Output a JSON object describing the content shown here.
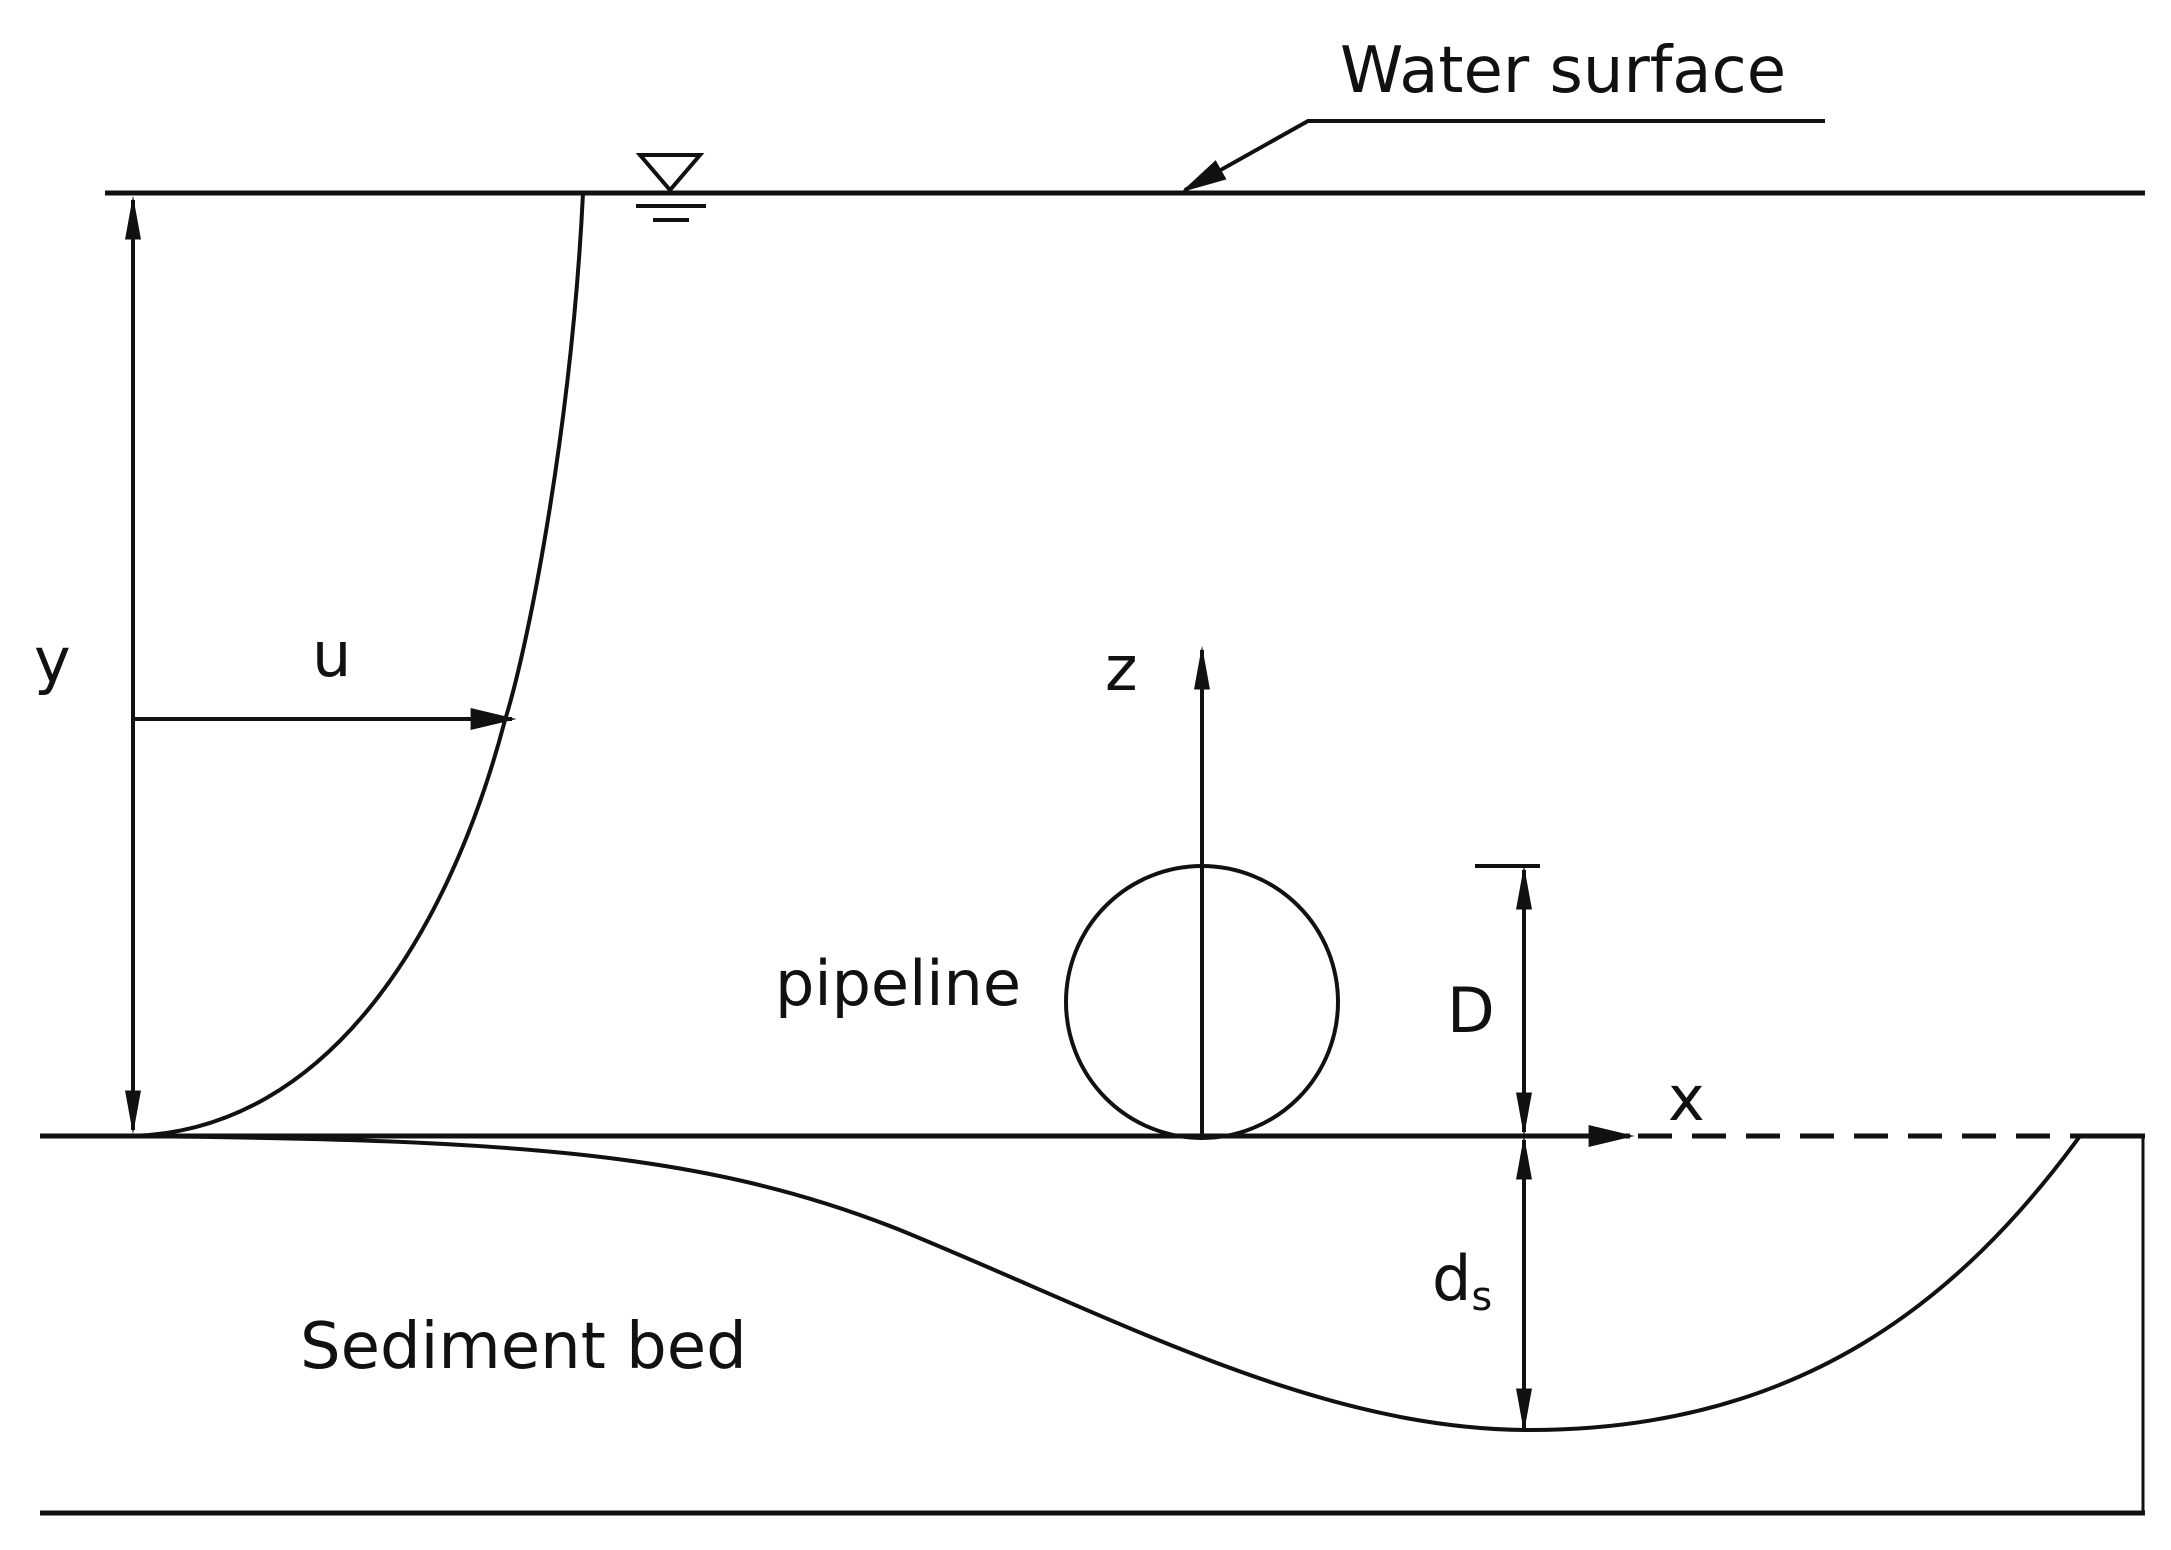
{
  "labels": {
    "water_surface": "Water surface",
    "y": "y",
    "u": "u",
    "z": "z",
    "pipeline": "pipeline",
    "D": "D",
    "x": "x",
    "ds_main": "d",
    "ds_sub": "s",
    "sediment_bed": "Sediment bed"
  },
  "colors": {
    "ink": "#111111",
    "background": "#ffffff"
  },
  "icons": {
    "water_level": "water-level-triangle-icon"
  }
}
